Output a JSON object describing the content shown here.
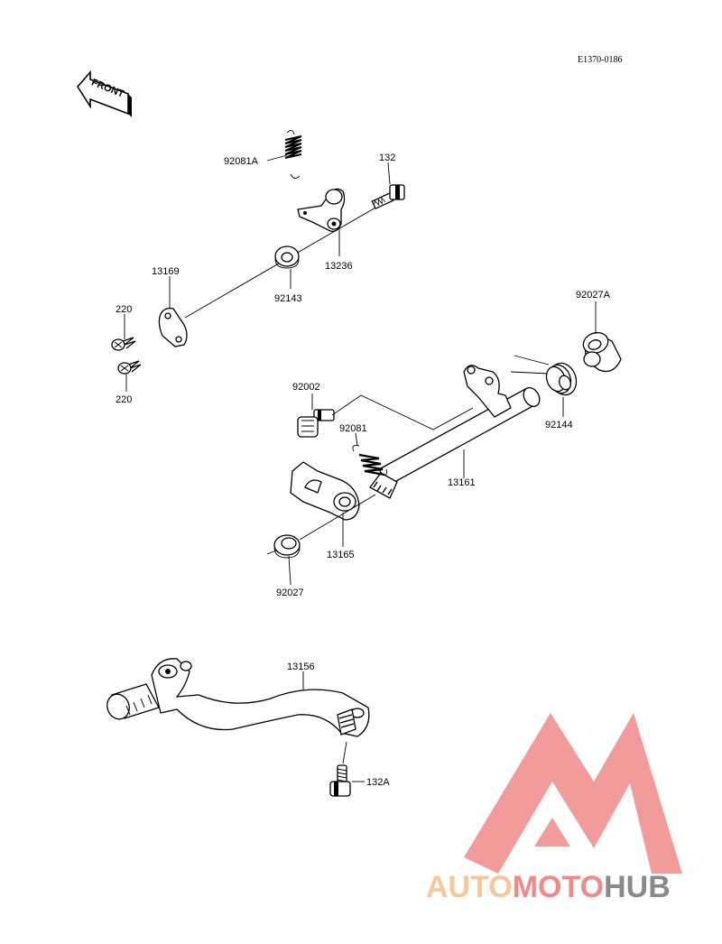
{
  "diagram_code": "E1370-0186",
  "front_label": "FRONT",
  "parts": {
    "p92081A": "92081A",
    "p132": "132",
    "p13236": "13236",
    "p92143": "92143",
    "p13169": "13169",
    "p220a": "220",
    "p220b": "220",
    "p92027A": "92027A",
    "p92002": "92002",
    "p92081": "92081",
    "p92144": "92144",
    "p13161": "13161",
    "p13165": "13165",
    "p92027": "92027",
    "p13156": "13156",
    "p132A": "132A"
  },
  "watermark": {
    "part1": "AUTO",
    "part2": "MOTO",
    "part3": "HUB",
    "color_orange": "#f7c79a",
    "color_red": "#f08a8a",
    "color_gray": "#8a8a8a"
  }
}
